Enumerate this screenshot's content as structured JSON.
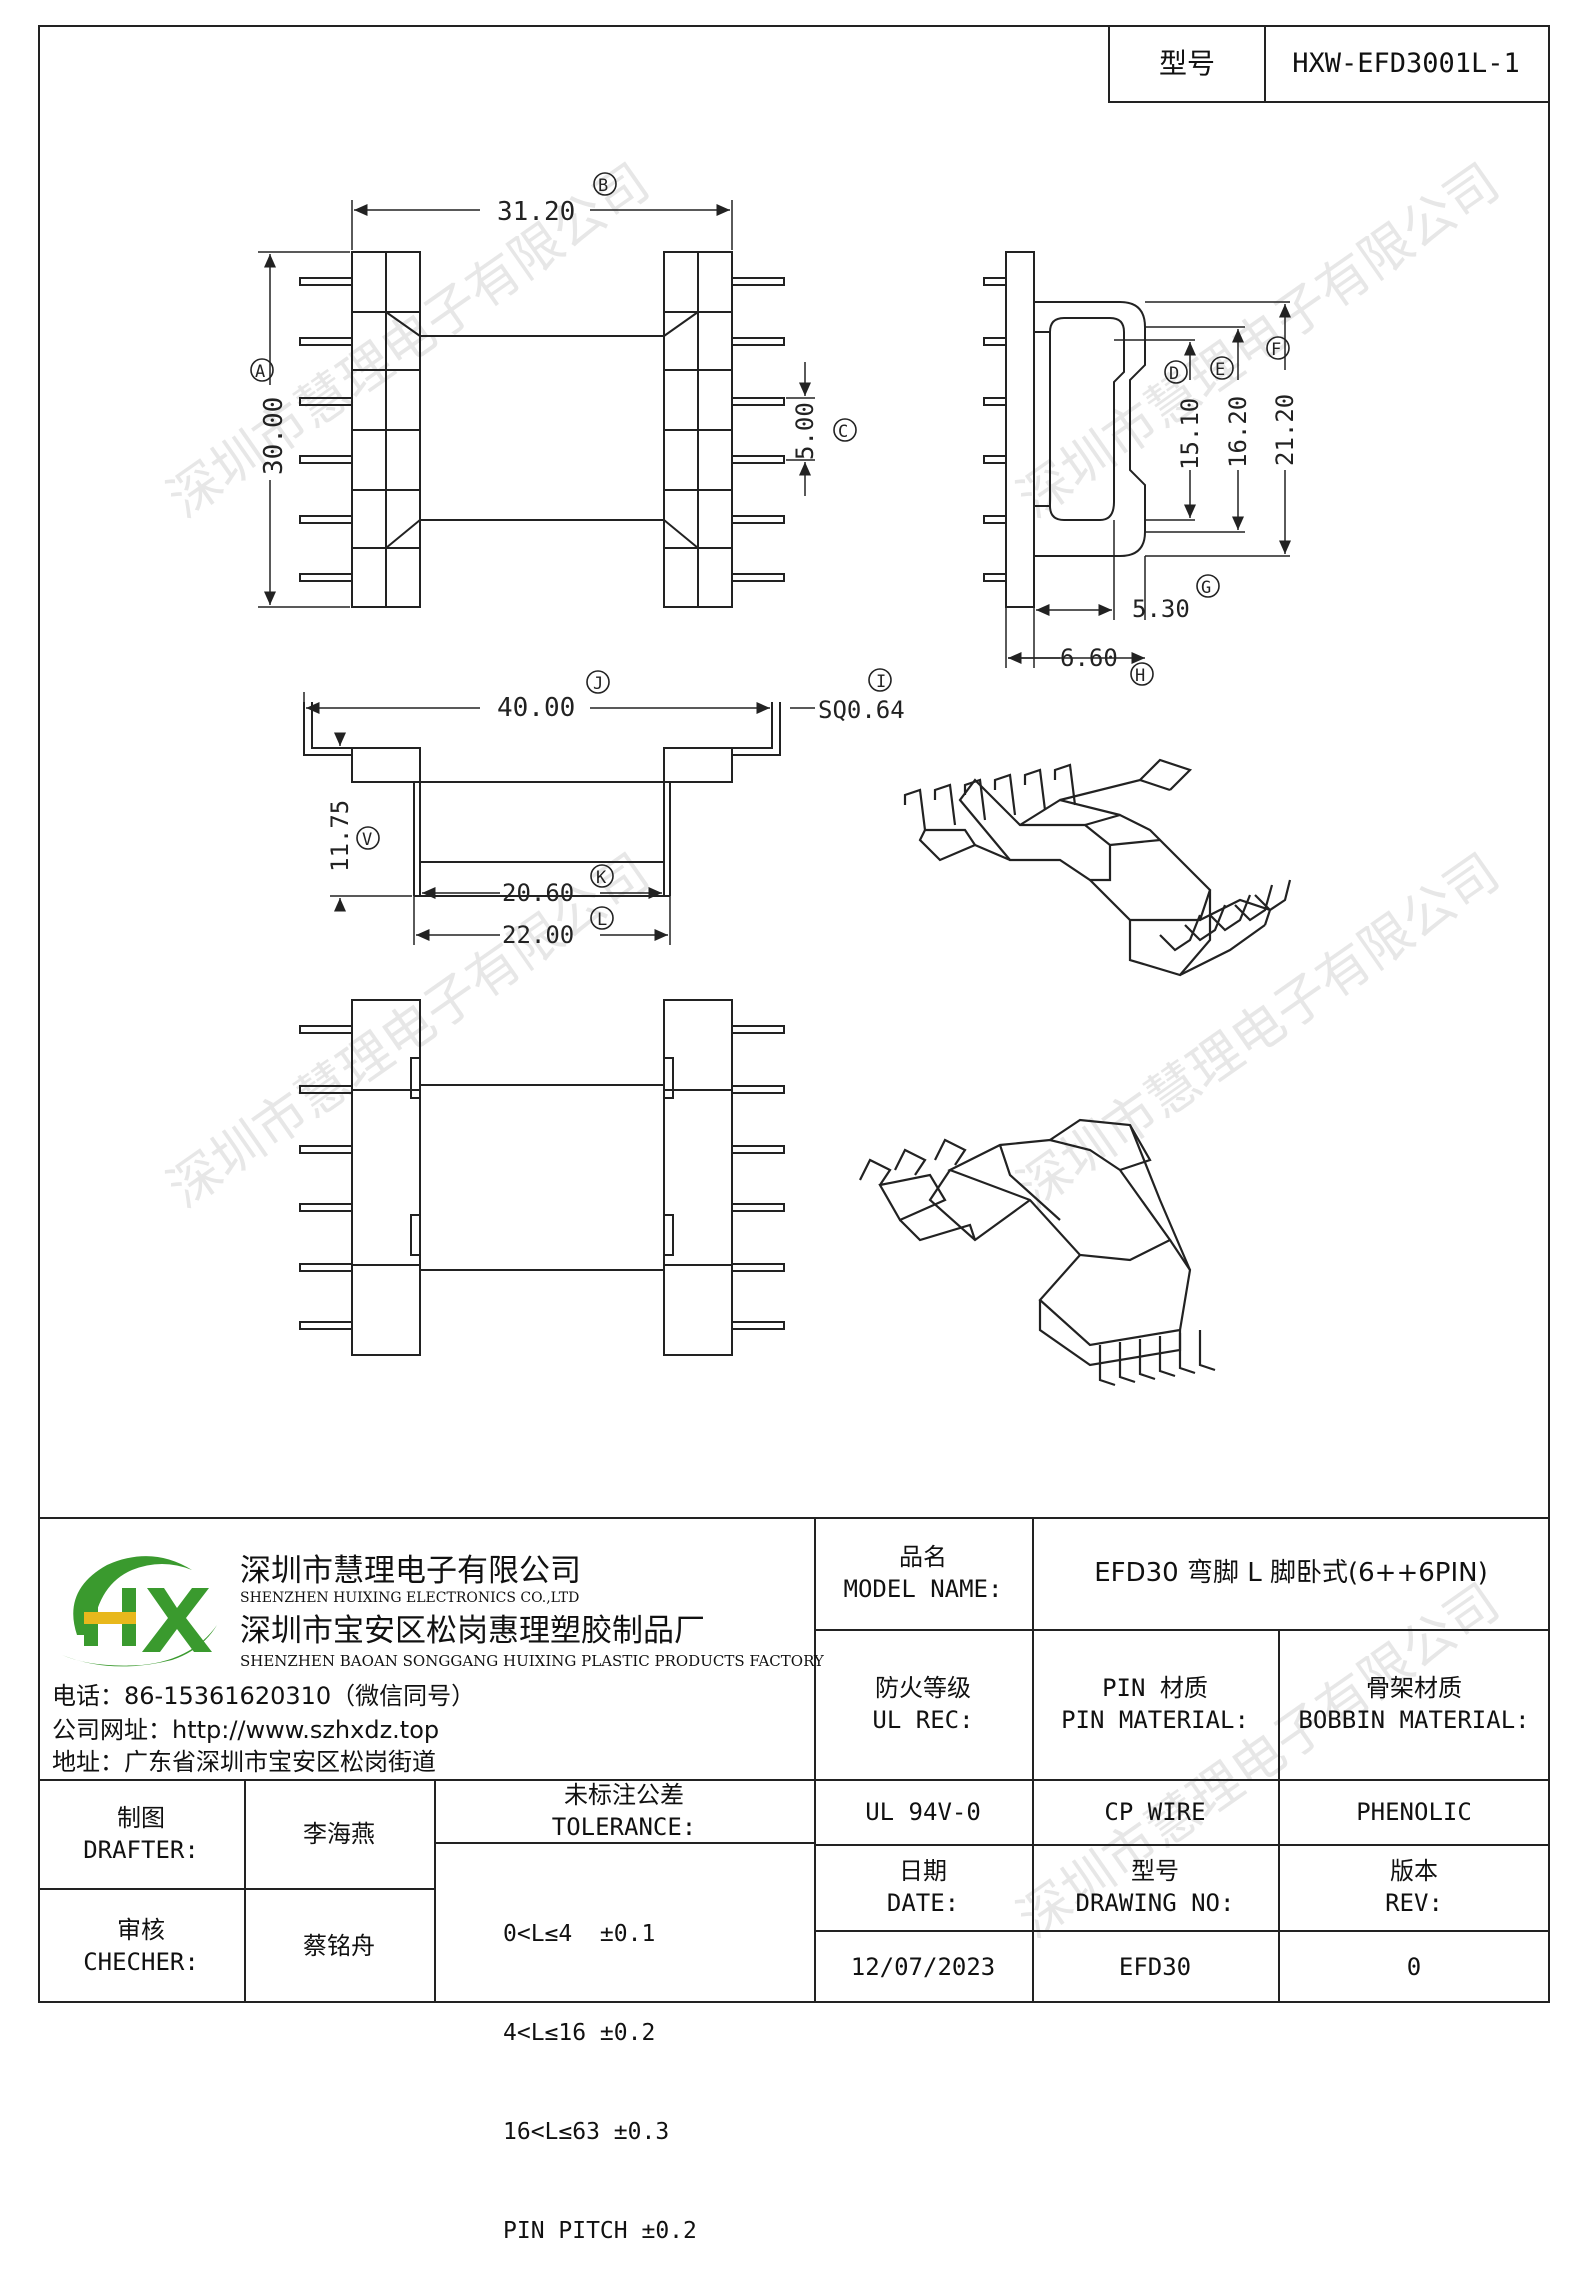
{
  "header": {
    "model_label": "型号",
    "model_value": "HXW-EFD3001L-1"
  },
  "drawing": {
    "dimensions": {
      "B": "31.20",
      "A": "30.00",
      "C": "5.00",
      "D": "15.10",
      "E": "16.20",
      "F": "21.20",
      "G": "5.30",
      "H": "6.60",
      "J": "40.00",
      "I": "SQ0.64",
      "V": "11.75",
      "K": "20.60",
      "L": "22.00"
    },
    "markers": {
      "A": "A",
      "B": "B",
      "C": "C",
      "D": "D",
      "E": "E",
      "F": "F",
      "G": "G",
      "H": "H",
      "J": "J",
      "I": "I",
      "V": "V",
      "K": "K",
      "L": "L"
    }
  },
  "watermark": "深圳市慧理电子有限公司",
  "company": {
    "logo_text": "HX",
    "name_cn": "深圳市慧理电子有限公司",
    "name_en": "SHENZHEN HUIXING ELECTRONICS CO.,LTD",
    "factory_cn": "深圳市宝安区松岗惠理塑胶制品厂",
    "factory_en": "SHENZHEN BAOAN SONGGANG HUIXING PLASTIC PRODUCTS FACTORY",
    "phone": "电话：86-15361620310（微信同号）",
    "website": "公司网址：http://www.szhxdz.top",
    "address": "地址：广东省深圳市宝安区松岗街道"
  },
  "title_block": {
    "model_name_label_cn": "品名",
    "model_name_label_en": "MODEL NAME:",
    "model_name_value": "EFD30 弯脚 L 脚卧式(6++6PIN)",
    "ul_label_cn": "防火等级",
    "ul_label_en": "UL REC:",
    "pin_material_label_cn": "PIN 材质",
    "pin_material_label_en": "PIN MATERIAL:",
    "bobbin_material_label_cn": "骨架材质",
    "bobbin_material_label_en": "BOBBIN MATERIAL:",
    "ul_value": "UL 94V-0",
    "pin_material_value": "CP WIRE",
    "bobbin_material_value": "PHENOLIC",
    "drafter_label_cn": "制图",
    "drafter_label_en": "DRAFTER:",
    "drafter_name": "李海燕",
    "checker_label_cn": "审核",
    "checker_label_en": "CHECHER:",
    "checker_name": "蔡铭舟",
    "tolerance_label_cn": "未标注公差",
    "tolerance_label_en": "TOLERANCE:",
    "tolerances": [
      "0<L≤4  ±0.1",
      "4<L≤16 ±0.2",
      "16<L≤63 ±0.3",
      "PIN PITCH ±0.2"
    ],
    "date_label_cn": "日期",
    "date_label_en": "DATE:",
    "drawing_no_label_cn": "型号",
    "drawing_no_label_en": "DRAWING NO:",
    "rev_label_cn": "版本",
    "rev_label_en": "REV:",
    "date_value": "12/07/2023",
    "drawing_no_value": "EFD30",
    "rev_value": "0"
  },
  "colors": {
    "logo_green": "#3a9a2e",
    "logo_yellow": "#e8b81c",
    "line": "#222222"
  }
}
